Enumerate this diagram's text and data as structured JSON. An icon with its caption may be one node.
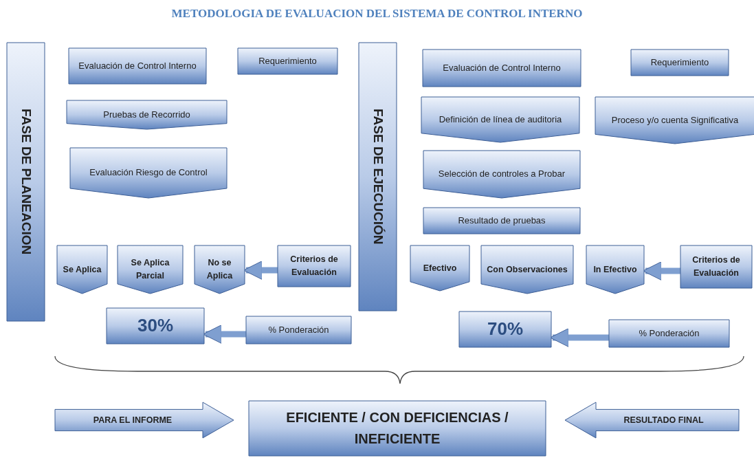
{
  "diagram": {
    "title": "METODOLOGIA DE EVALUACION DEL SISTEMA DE CONTROL  INTERNO",
    "nodes": [
      {
        "text": [
          "FASE DE PLANEACION"
        ]
      },
      {
        "text": [
          "Evaluación de Control Interno"
        ]
      },
      {
        "text": [
          "Requerimiento"
        ]
      },
      {
        "text": [
          "Pruebas de Recorrido"
        ]
      },
      {
        "text": [
          "Evaluación Riesgo de Control"
        ]
      },
      {
        "text": [
          "Se Aplica"
        ]
      },
      {
        "text": [
          "Se  Aplica Parcial"
        ]
      },
      {
        "text": [
          "No se Aplica"
        ]
      },
      {
        "text": [
          "Criterios de Evaluación"
        ]
      },
      {
        "text": [
          "30%"
        ]
      },
      {
        "text": [
          "% Ponderación"
        ]
      },
      {
        "text": [
          "FASE DE EJECUCIÓN"
        ]
      },
      {
        "text": [
          "Evaluación de Control Interno"
        ]
      },
      {
        "text": [
          "Requerimiento"
        ]
      },
      {
        "text": [
          "Definición de línea de auditoria"
        ]
      },
      {
        "text": [
          "Proceso y/o cuenta Significativa"
        ]
      },
      {
        "text": [
          "Selección de controles a Probar"
        ]
      },
      {
        "text": [
          "Resultado de pruebas"
        ]
      },
      {
        "text": [
          "Efectivo"
        ]
      },
      {
        "text": [
          "Con Observaciones"
        ]
      },
      {
        "text": [
          "In Efectivo"
        ]
      },
      {
        "text": [
          "Criterios de Evaluación"
        ]
      },
      {
        "text": [
          "70%"
        ]
      },
      {
        "text": [
          "% Ponderación"
        ]
      },
      {
        "text": [
          "PARA EL INFORME"
        ]
      },
      {
        "text": [
          "EFICIENTE / CON DEFICIENCIAS / INEFICIENTE"
        ]
      },
      {
        "text": [
          "RESULTADO FINAL"
        ]
      }
    ],
    "edges": [
      {
        "from": 8,
        "to": 7,
        "arrow": "to"
      },
      {
        "from": 10,
        "to": 9,
        "arrow": "to"
      },
      {
        "from": 21,
        "to": 20,
        "arrow": "to"
      },
      {
        "from": 23,
        "to": 22,
        "arrow": "to"
      }
    ]
  }
}
